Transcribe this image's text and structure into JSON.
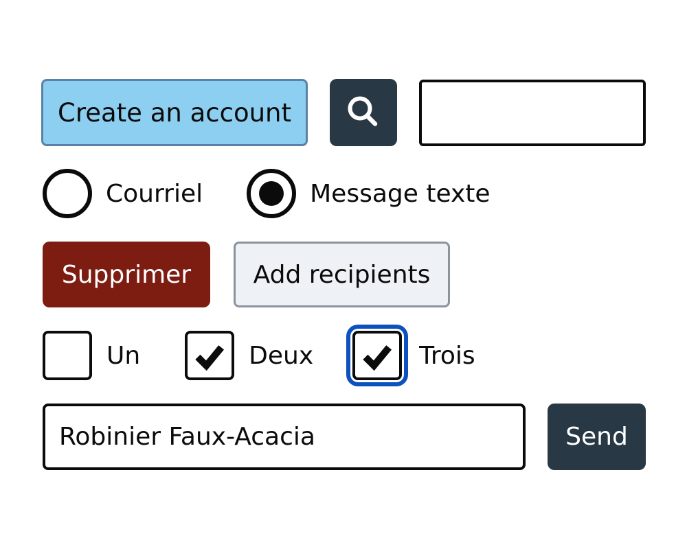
{
  "top_row": {
    "create_account_button": "Create an account",
    "search_button_icon": "magnifier-icon",
    "search_input": {
      "value": "",
      "placeholder": ""
    }
  },
  "delivery_options": {
    "radios": [
      {
        "label": "Courriel",
        "selected": false
      },
      {
        "label": "Message texte",
        "selected": true
      }
    ]
  },
  "actions": {
    "supprimer_button": "Supprimer",
    "add_recipients_button": "Add recipients"
  },
  "checkboxes": [
    {
      "label": "Un",
      "checked": false,
      "focused": false
    },
    {
      "label": "Deux",
      "checked": true,
      "focused": false
    },
    {
      "label": "Trois",
      "checked": true,
      "focused": true
    }
  ],
  "compose": {
    "message_input": {
      "value": "Robinier Faux-Acacia"
    },
    "send_button": "Send"
  },
  "colors": {
    "accent_light_blue": "#8CCFF0",
    "accent_blue_border": "#5B82A6",
    "dark_navy": "#293845",
    "danger_red": "#7D1D12",
    "neutral_button_bg": "#EEF1F5",
    "neutral_button_border": "#8A939E",
    "focus_ring_blue": "#0C51BD"
  }
}
